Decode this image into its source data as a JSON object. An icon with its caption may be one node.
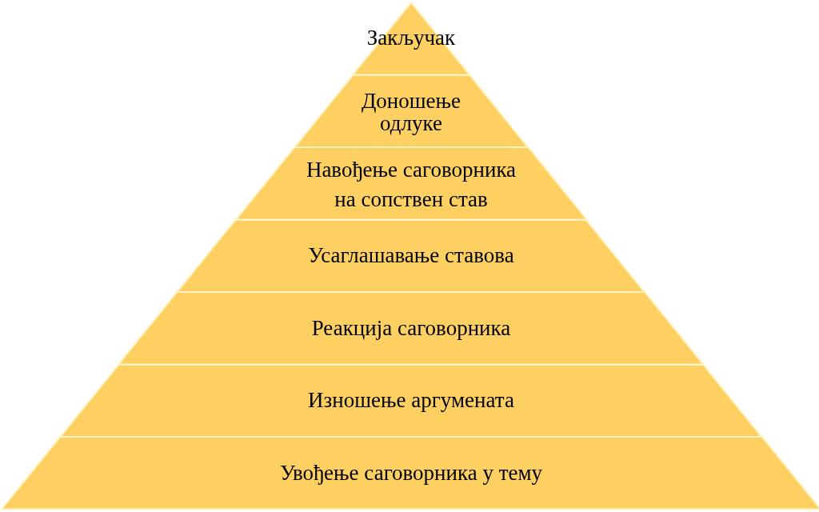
{
  "diagram": {
    "nodes": [
      {
        "text": [
          "Закључак"
        ]
      },
      {
        "text": [
          "Доношење одлуке"
        ]
      },
      {
        "text": [
          "Навођење саговорника на сопствен став"
        ]
      },
      {
        "text": [
          "Усаглашавање ставова"
        ]
      },
      {
        "text": [
          "Реакција саговорника"
        ]
      },
      {
        "text": [
          "Изношење аргумената"
        ]
      },
      {
        "text": [
          "Увођење саговорника у тему"
        ]
      }
    ]
  }
}
